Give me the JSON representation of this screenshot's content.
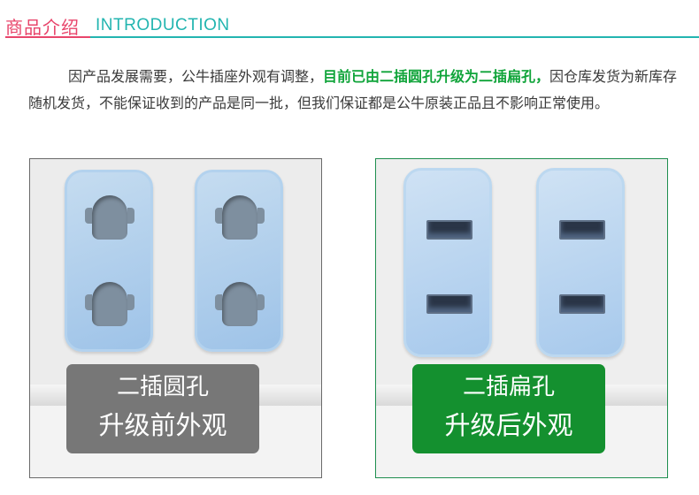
{
  "header": {
    "title_cn": "商品介绍",
    "title_en": "INTRODUCTION",
    "accent_pink": "#e8456b",
    "accent_teal": "#23b5b0"
  },
  "notice": {
    "text_before": "因产品发展需要，公牛插座外观有调整，",
    "highlight": "目前已由二插圆孔升级为二插扁孔，",
    "text_after": "因仓库发货为新库存随机发货，不能保证收到的产品是同一批，但我们保证都是公牛原装正品且不影响正常使用。",
    "highlight_color": "#10a43a"
  },
  "before": {
    "label_line1": "二插圆孔",
    "label_line2": "升级前外观",
    "label_color": "#777777"
  },
  "after": {
    "label_line1": "二插扁孔",
    "label_line2": "升级后外观",
    "label_color": "#14902f"
  }
}
